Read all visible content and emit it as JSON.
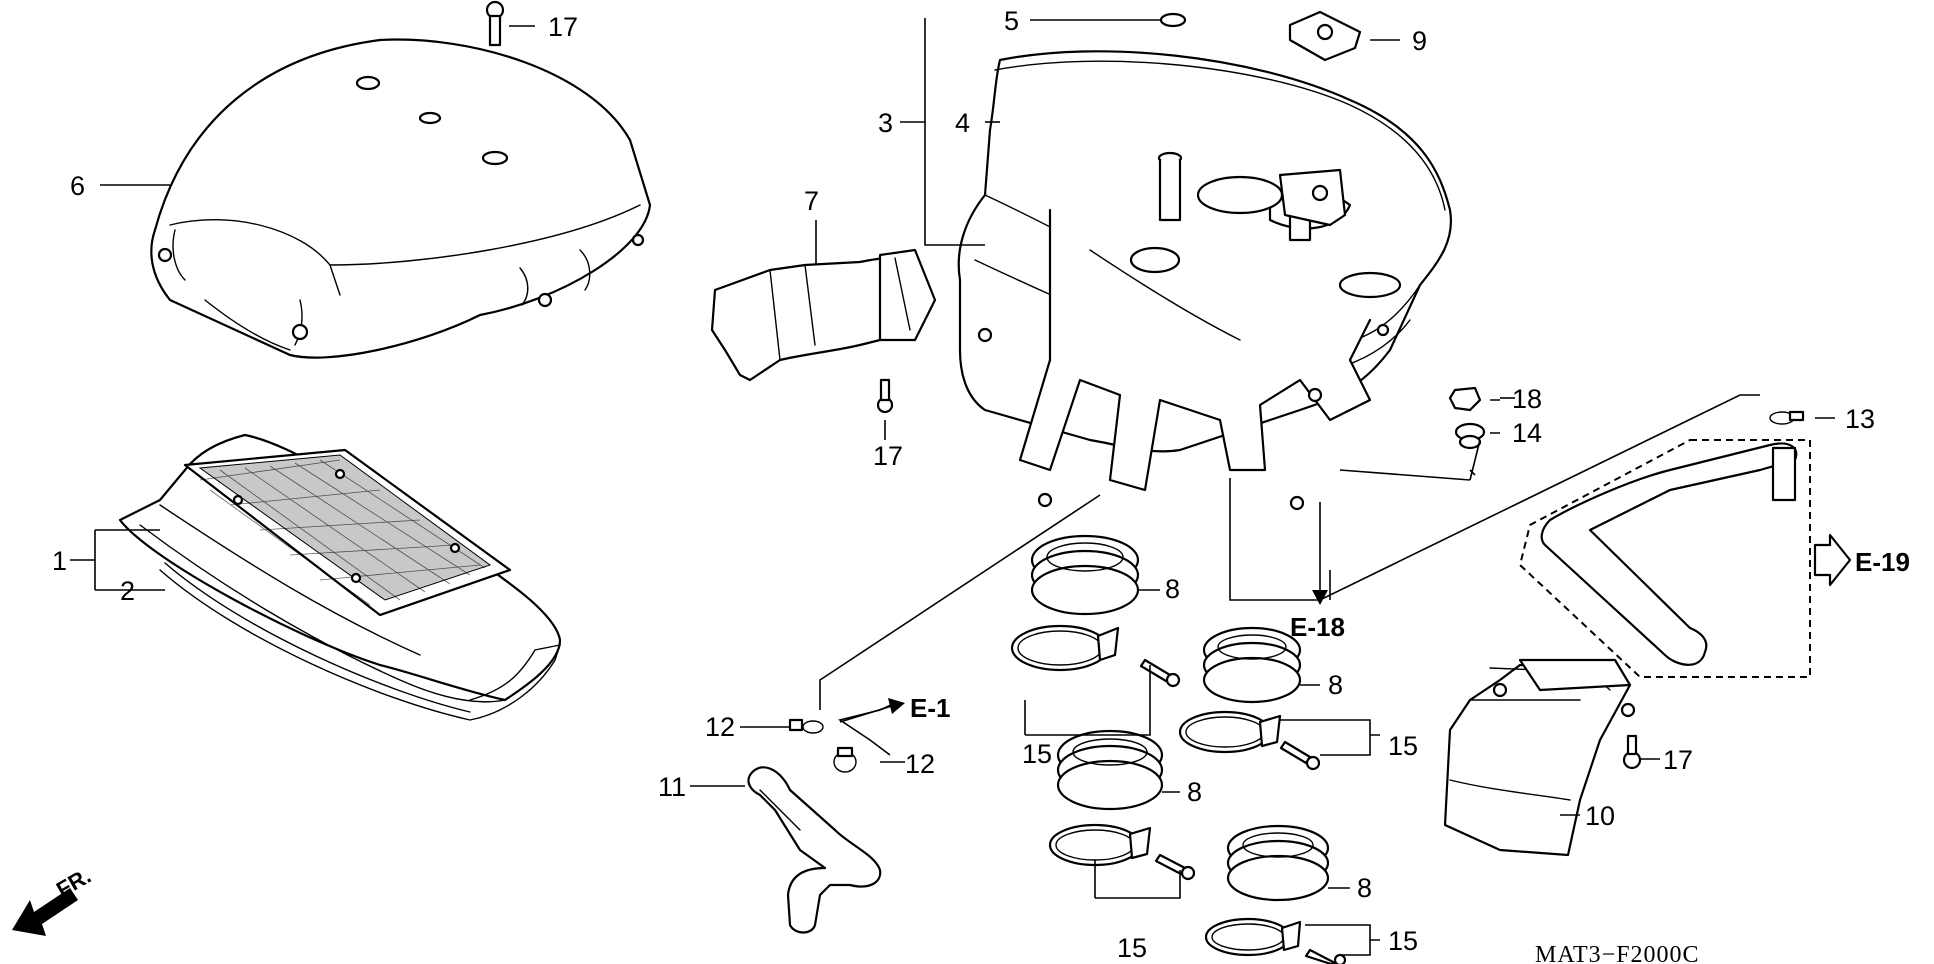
{
  "labels": {
    "p1": "1",
    "p2": "2",
    "p3": "3",
    "p4": "4",
    "p5": "5",
    "p6": "6",
    "p7": "7",
    "p8a": "8",
    "p8b": "8",
    "p8c": "8",
    "p8d": "8",
    "p9": "9",
    "p10": "10",
    "p11": "11",
    "p12a": "12",
    "p12b": "12",
    "p13": "13",
    "p14": "14",
    "p15a": "15",
    "p15b": "15",
    "p15c": "15",
    "p15d": "15",
    "p17a": "17",
    "p17b": "17",
    "p17c": "17",
    "p18": "18"
  },
  "refs": {
    "e1": "E-1",
    "e18": "E-18",
    "e19": "E-19"
  },
  "direction": "FR.",
  "drawing_code": "MAT3−F2000C"
}
